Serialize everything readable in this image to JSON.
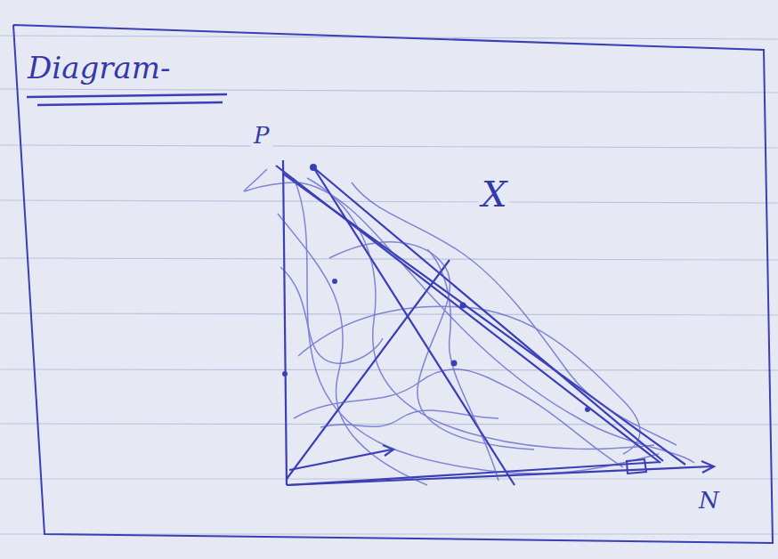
{
  "diagram": {
    "title": "Diagram-",
    "labels": [
      "P",
      "X",
      "N"
    ]
  }
}
